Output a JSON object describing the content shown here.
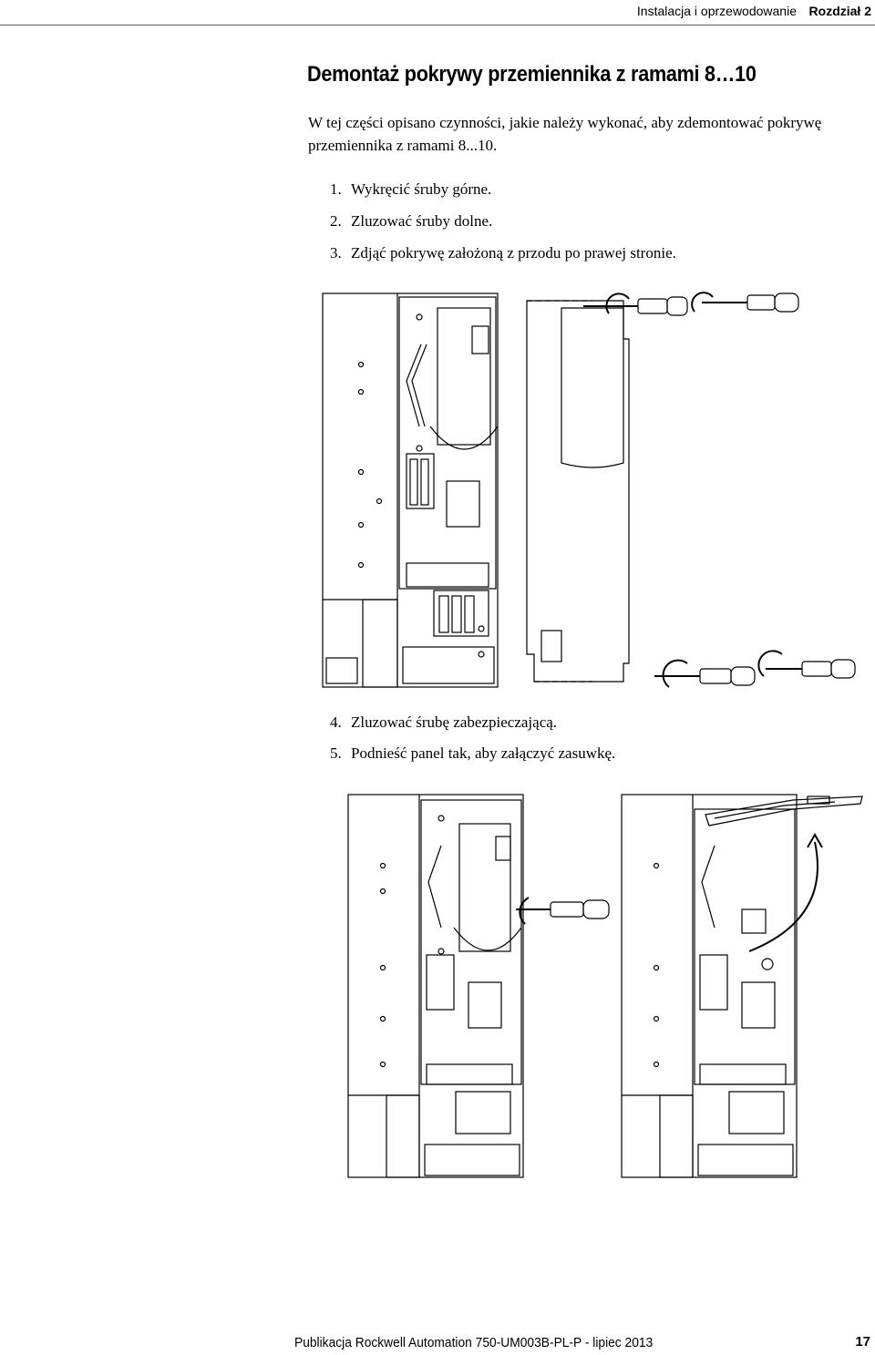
{
  "header": {
    "section": "Instalacja i oprzewodowanie",
    "chapter": "Rozdział 2"
  },
  "title": "Demontaż pokrywy przemiennika z ramami 8…10",
  "intro": "W tej części opisano czynności, jakie należy wykonać, aby zdemontować pokrywę przemiennika z ramami 8...10.",
  "steps": [
    {
      "num": "1.",
      "text": "Wykręcić śruby górne."
    },
    {
      "num": "2.",
      "text": "Zluzować śruby dolne."
    },
    {
      "num": "3.",
      "text": "Zdjąć pokrywę założoną z przodu po prawej stronie."
    },
    {
      "num": "4.",
      "text": "Zluzować śrubę zabezpieczającą."
    },
    {
      "num": "5.",
      "text": "Podnieść panel tak, aby załączyć zasuwkę."
    }
  ],
  "footer": {
    "publication": "Publikacja Rockwell Automation 750-UM003B-PL-P - lipiec 2013",
    "page": "17"
  }
}
